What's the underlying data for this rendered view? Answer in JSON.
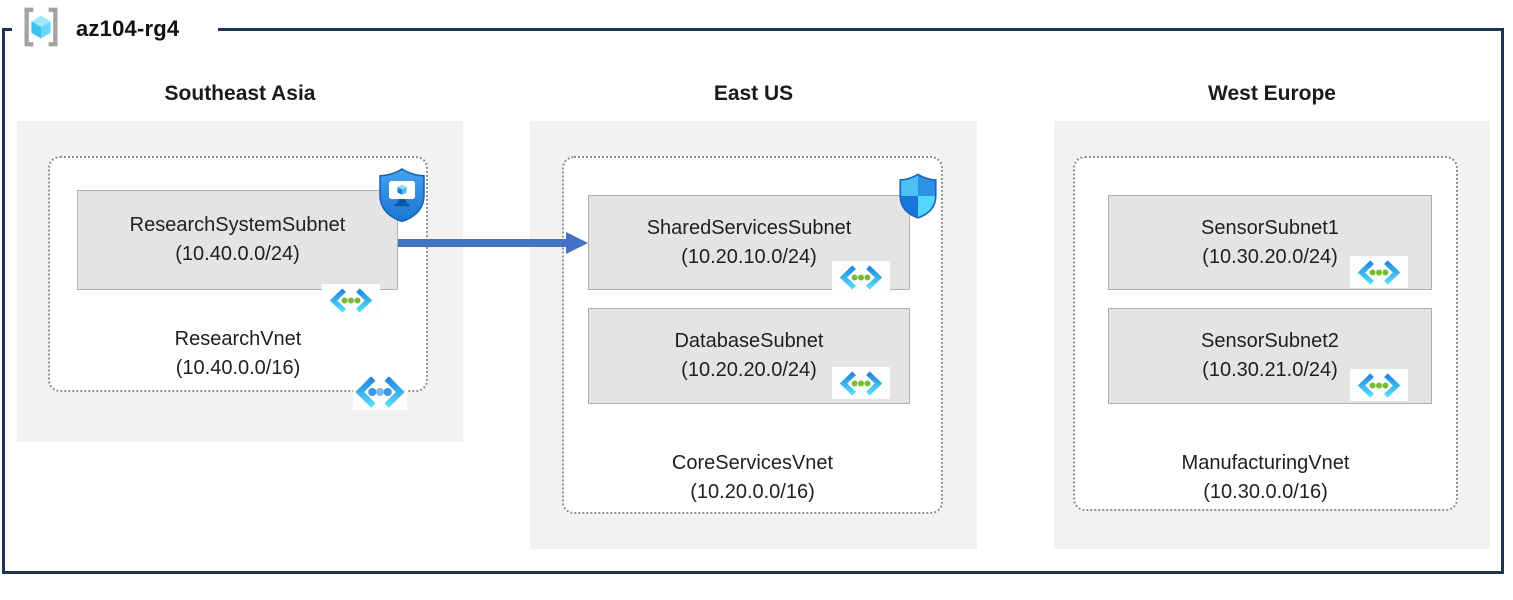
{
  "resource_group": {
    "title": "az104-rg4"
  },
  "regions": [
    {
      "name": "Southeast Asia",
      "vnet": {
        "name": "ResearchVnet",
        "cidr": "(10.40.0.0/16)"
      },
      "subnets": [
        {
          "name": "ResearchSystemSubnet",
          "cidr": "(10.40.0.0/24)"
        }
      ]
    },
    {
      "name": "East US",
      "vnet": {
        "name": "CoreServicesVnet",
        "cidr": "(10.20.0.0/16)"
      },
      "subnets": [
        {
          "name": "SharedServicesSubnet",
          "cidr": "(10.20.10.0/24)"
        },
        {
          "name": "DatabaseSubnet",
          "cidr": "(10.20.20.0/24)"
        }
      ]
    },
    {
      "name": "West Europe",
      "vnet": {
        "name": "ManufacturingVnet",
        "cidr": "(10.30.0.0/16)"
      },
      "subnets": [
        {
          "name": "SensorSubnet1",
          "cidr": "(10.30.20.0/24)"
        },
        {
          "name": "SensorSubnet2",
          "cidr": "(10.30.21.0/24)"
        }
      ]
    }
  ],
  "connection": {
    "from": "ResearchSystemSubnet",
    "to": "SharedServicesSubnet",
    "color": "#4472c4"
  },
  "icons": {
    "resource_group": "gray-brackets-with-blue-cube",
    "subnet": "angle-brackets-green-dots",
    "virtual_network": "angle-brackets-blue-dots",
    "nsg_shield": "quad-color-defender-shield",
    "shield_monitor": "blue-shield-with-monitor"
  },
  "colors": {
    "frame": "#1f3252",
    "region_bg": "#f2f2f2",
    "subnet_bg": "#e4e4e4",
    "vnet_bg": "#ffffff",
    "dotted_border": "#8f8f8f",
    "arrow": "#4472c4",
    "subnet_dot_green": "#76bc2d",
    "vnet_dot_blue": "#3d96e8"
  }
}
